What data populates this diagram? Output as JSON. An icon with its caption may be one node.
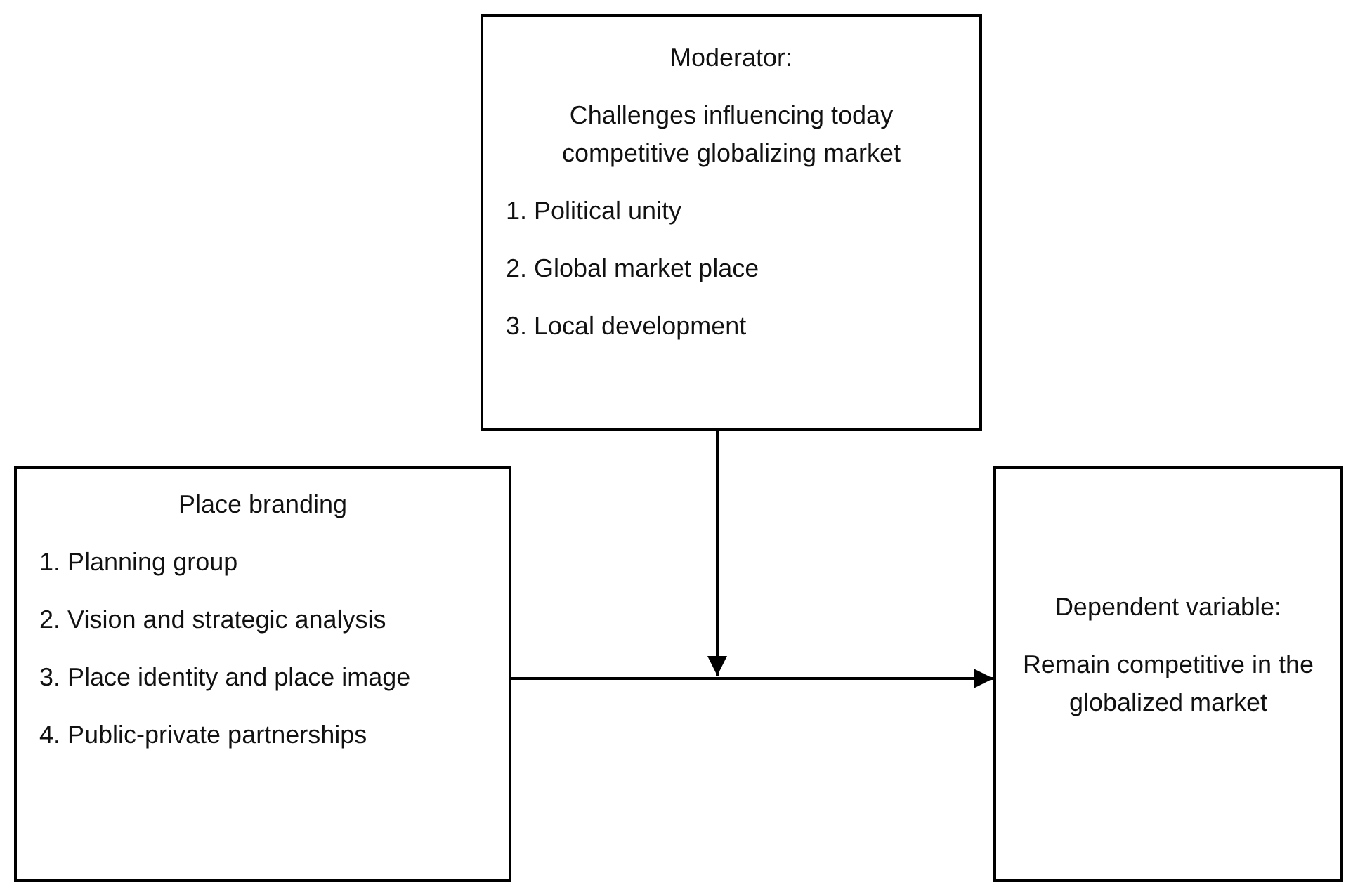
{
  "diagram": {
    "nodes": [
      {
        "text": [
          "Moderator:",
          "Challenges influencing today competitive globalizing market",
          "1. Political unity",
          "2. Global market place",
          "3. Local development"
        ]
      },
      {
        "text": [
          "Place branding",
          "1. Planning group",
          "2. Vision and strategic analysis",
          "3. Place identity and place image",
          "4. Public-private partnerships"
        ]
      },
      {
        "text": [
          "Dependent variable:",
          "Remain competitive in the globalized market"
        ]
      }
    ],
    "edges": [
      {
        "from": 1,
        "to": 2,
        "arrow": "to"
      },
      {
        "from": 0,
        "to": null,
        "arrow": "to"
      }
    ]
  }
}
